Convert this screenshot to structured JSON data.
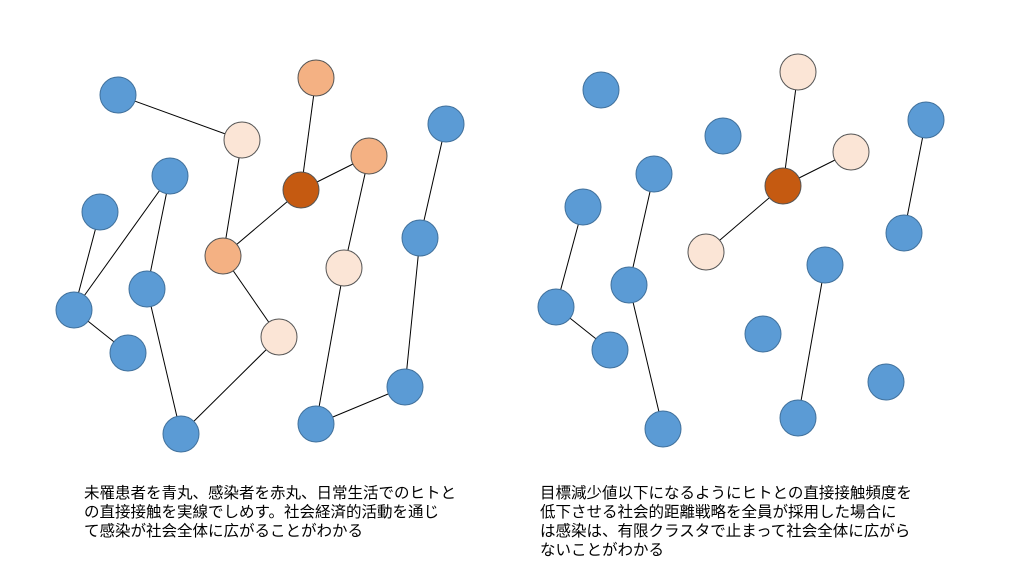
{
  "colors": {
    "susceptible": "#5b9bd5",
    "infected_source": "#c55a11",
    "infected_direct": "#f4b183",
    "infected_secondary": "#fbe5d6",
    "edge": "#000000"
  },
  "captions": {
    "left": [
      "未罹患者を青丸、感染者を赤丸、日常生活でのヒトと",
      "の直接接触を実線でしめす。社会経済的活動を通じ",
      "て感染が社会全体に広がることがわかる"
    ],
    "right": [
      "目標減少値以下になるようにヒトとの直接接触頻度を",
      "低下させる社会的距離戦略を全員が採用した場合に",
      "は感染は、有限クラスタで止まって社会全体に広がら",
      "ないことがわかる"
    ]
  }
}
